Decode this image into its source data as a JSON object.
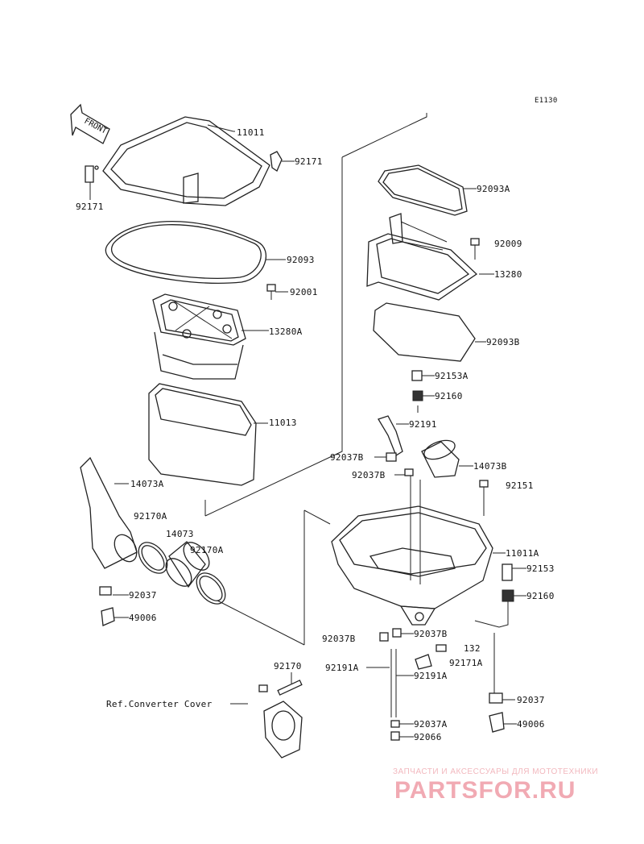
{
  "diagram": {
    "ref_code": "E1130",
    "front_label": "FRONT",
    "watermark": {
      "tagline": "ЗАПЧАСТИ И АКСЕССУАРЫ ДЛЯ МОТОТЕХНИКИ",
      "brand": "PARTSFOR.RU",
      "color": "#f1aab3"
    },
    "callouts": {
      "p11011": "11011",
      "p92171_right": "92171",
      "p92171_left": "92171",
      "p92093": "92093",
      "p92001": "92001",
      "p13280A": "13280A",
      "p11013": "11013",
      "p14073A": "14073A",
      "p92170A_1": "92170A",
      "p14073": "14073",
      "p92170A_2": "92170A",
      "p92037_left": "92037",
      "p49006_left": "49006",
      "p92093A": "92093A",
      "p92009": "92009",
      "p13280": "13280",
      "p92093B": "92093B",
      "p92153A": "92153A",
      "p92160_top": "92160",
      "p92191": "92191",
      "p92037B_1": "92037B",
      "p14073B": "14073B",
      "p92037B_2": "92037B",
      "p92151": "92151",
      "p11011A": "11011A",
      "p92153": "92153",
      "p92160_right": "92160",
      "p92037B_3": "92037B",
      "p92037B_4": "92037B",
      "p132": "132",
      "p92191A_1": "92191A",
      "p92171A": "92171A",
      "p92191A_2": "92191A",
      "p92170": "92170",
      "p92037_right": "92037",
      "ref_converter": "Ref.Converter Cover",
      "p92037A": "92037A",
      "p92066": "92066",
      "p49006_right": "49006"
    }
  }
}
